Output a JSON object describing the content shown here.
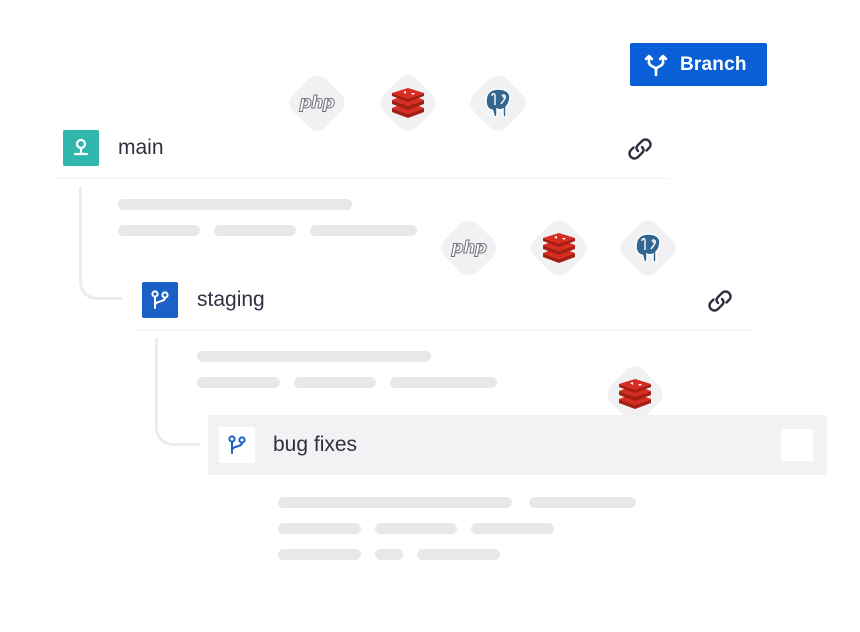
{
  "toolbar": {
    "branch_label": "Branch"
  },
  "environments": {
    "main": {
      "label": "main"
    },
    "staging": {
      "label": "staging"
    },
    "bug": {
      "label": "bug fixes"
    }
  },
  "services": {
    "php_label": "php"
  },
  "colors": {
    "accent": "#0b5fd6",
    "main_icon": "#2fb6ad",
    "staging_icon": "#1c5fc6",
    "redis": "#d22d25",
    "postgres": "#336791"
  }
}
